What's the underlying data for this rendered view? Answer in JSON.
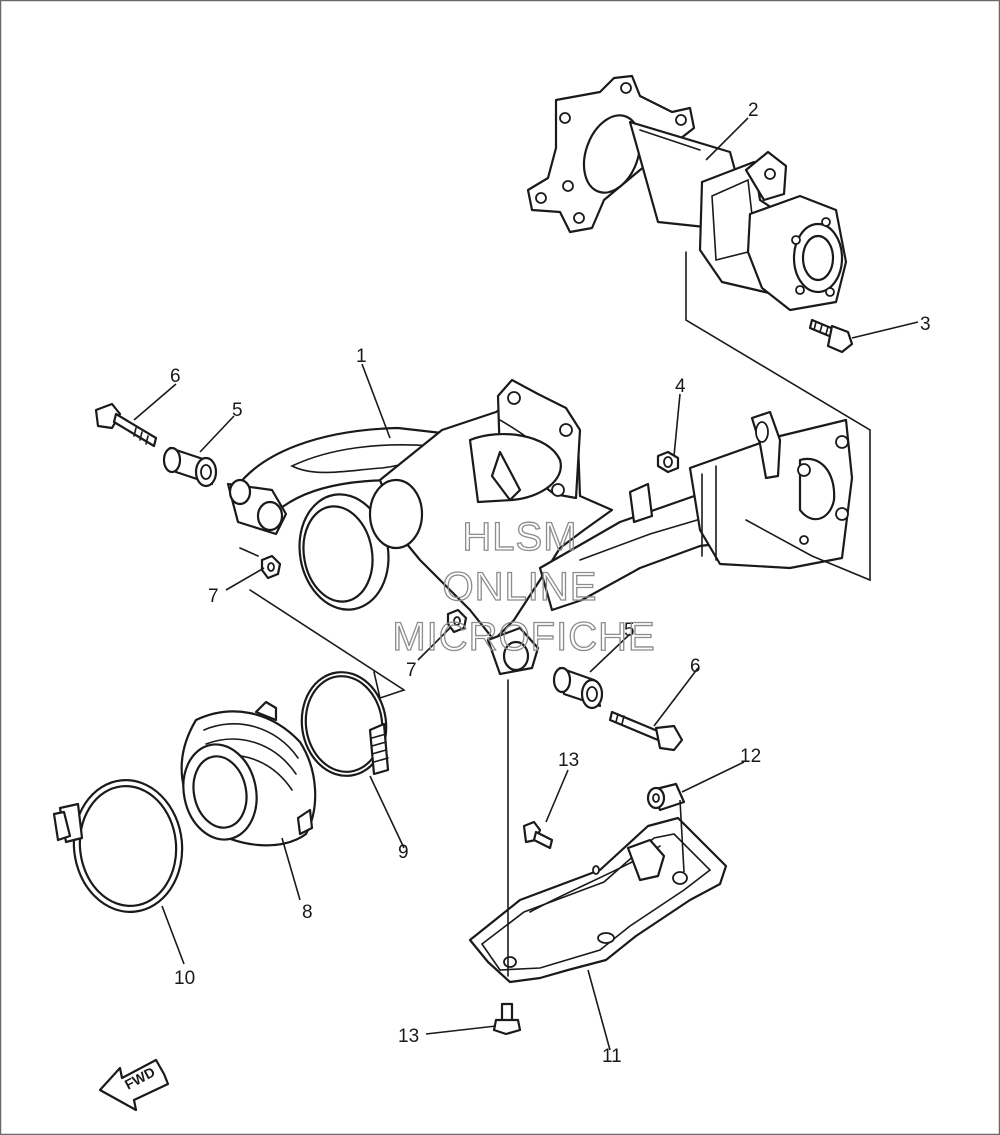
{
  "callouts": {
    "c1": "1",
    "c2": "2",
    "c3": "3",
    "c4": "4",
    "c5a": "5",
    "c5b": "5",
    "c6a": "6",
    "c6b": "6",
    "c7a": "7",
    "c7b": "7",
    "c8": "8",
    "c9": "9",
    "c10": "10",
    "c11": "11",
    "c12": "12",
    "c13a": "13",
    "c13b": "13"
  },
  "watermark": {
    "line1": "HLSM",
    "line2": "ONLINE",
    "line3": "MICROFICHE"
  },
  "direction_label": "FWD"
}
